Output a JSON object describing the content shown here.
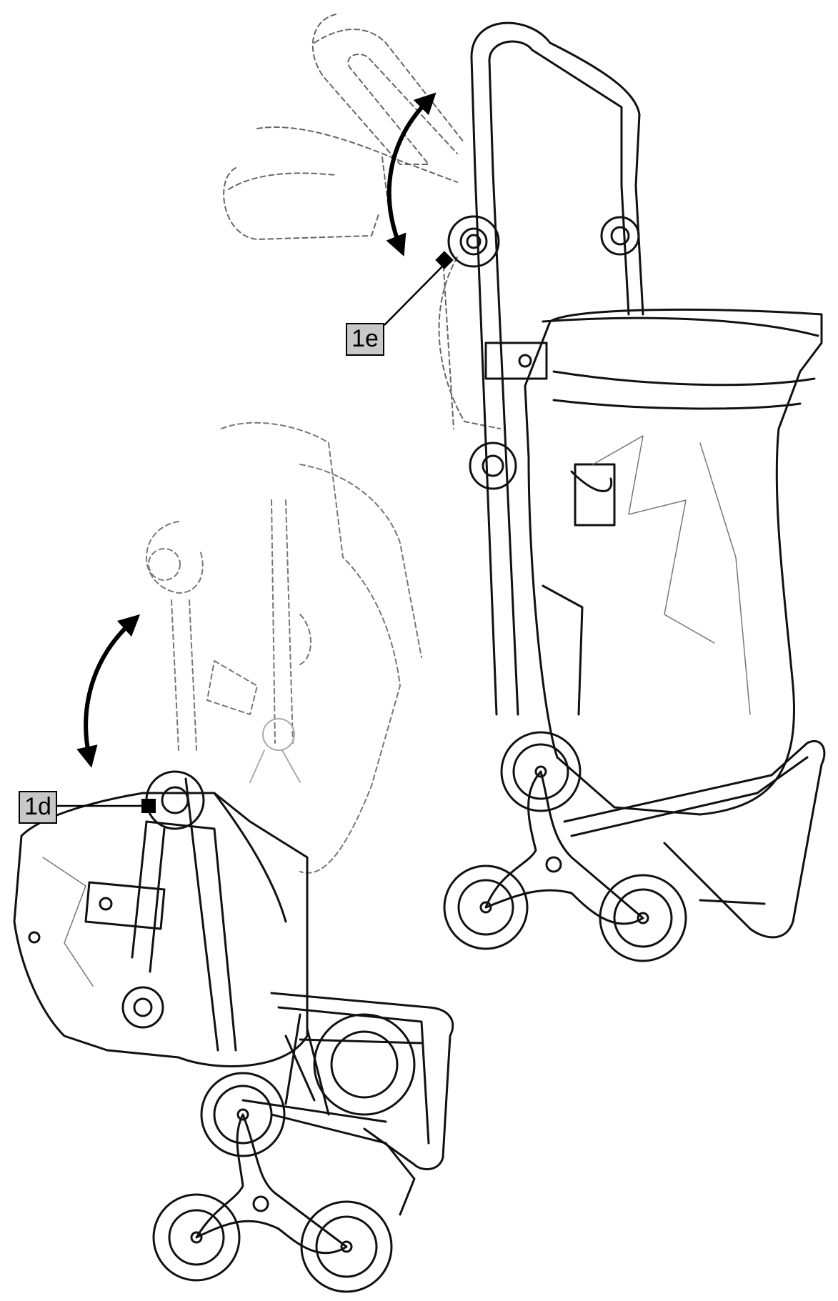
{
  "labels": {
    "upper": "1e",
    "lower": "1d"
  },
  "colors": {
    "line": "#111111",
    "dashed": "#555555",
    "label_fill": "#c8c8c8",
    "background": "#ffffff"
  },
  "icons": {
    "rotation_arrow": "double-headed-curved-arrow",
    "pivot_marker": "black-square"
  }
}
